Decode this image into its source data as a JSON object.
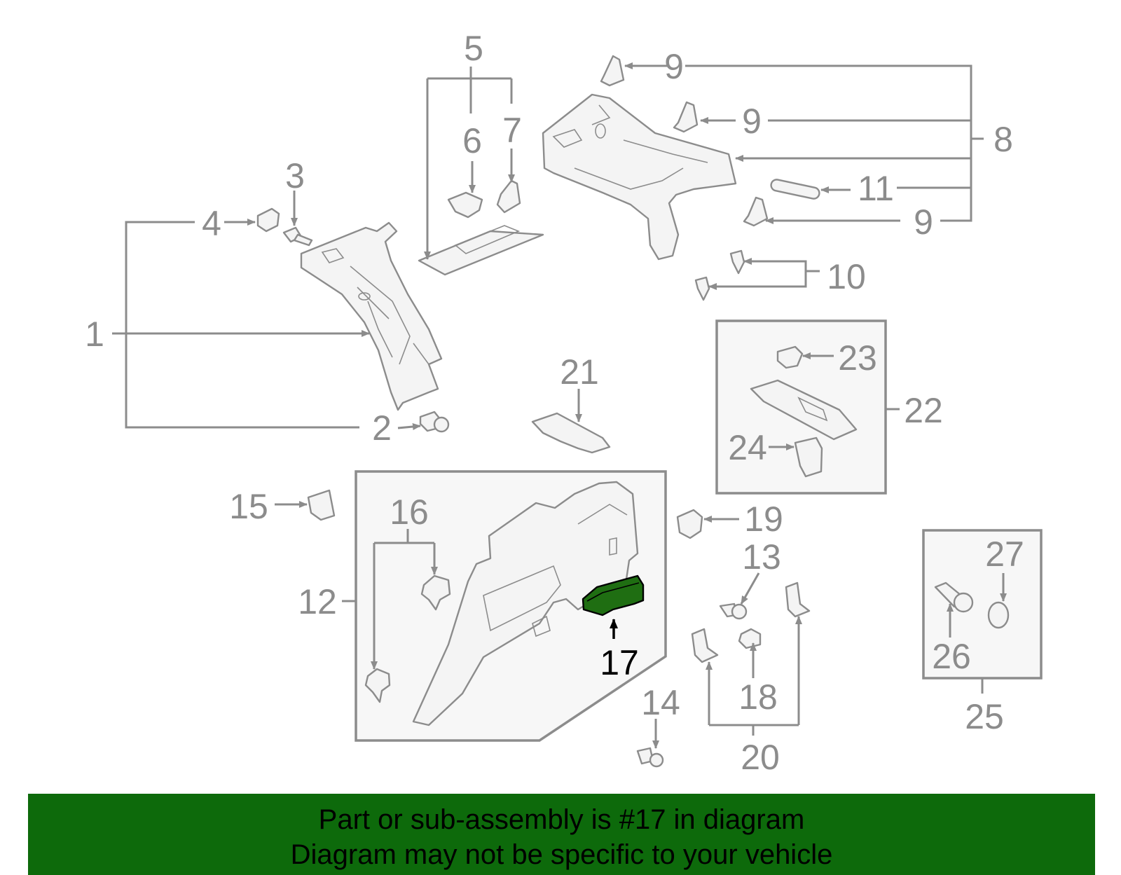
{
  "diagram": {
    "highlight_color": "#1f6e12",
    "callouts": [
      {
        "id": "c1",
        "label": "1"
      },
      {
        "id": "c2",
        "label": "2"
      },
      {
        "id": "c3",
        "label": "3"
      },
      {
        "id": "c4",
        "label": "4"
      },
      {
        "id": "c5",
        "label": "5"
      },
      {
        "id": "c6",
        "label": "6"
      },
      {
        "id": "c7",
        "label": "7"
      },
      {
        "id": "c8",
        "label": "8"
      },
      {
        "id": "c9a",
        "label": "9"
      },
      {
        "id": "c9b",
        "label": "9"
      },
      {
        "id": "c9c",
        "label": "9"
      },
      {
        "id": "c10",
        "label": "10"
      },
      {
        "id": "c11",
        "label": "11"
      },
      {
        "id": "c12",
        "label": "12"
      },
      {
        "id": "c13",
        "label": "13"
      },
      {
        "id": "c14",
        "label": "14"
      },
      {
        "id": "c15",
        "label": "15"
      },
      {
        "id": "c16",
        "label": "16"
      },
      {
        "id": "c17",
        "label": "17"
      },
      {
        "id": "c18",
        "label": "18"
      },
      {
        "id": "c19",
        "label": "19"
      },
      {
        "id": "c20",
        "label": "20"
      },
      {
        "id": "c21",
        "label": "21"
      },
      {
        "id": "c22",
        "label": "22"
      },
      {
        "id": "c23",
        "label": "23"
      },
      {
        "id": "c24",
        "label": "24"
      },
      {
        "id": "c25",
        "label": "25"
      },
      {
        "id": "c26",
        "label": "26"
      },
      {
        "id": "c27",
        "label": "27"
      }
    ]
  },
  "banner": {
    "line1": "Part or sub-assembly is #17 in diagram",
    "line2": "Diagram may not be specific to your vehicle",
    "background": "#0d6a0b"
  }
}
